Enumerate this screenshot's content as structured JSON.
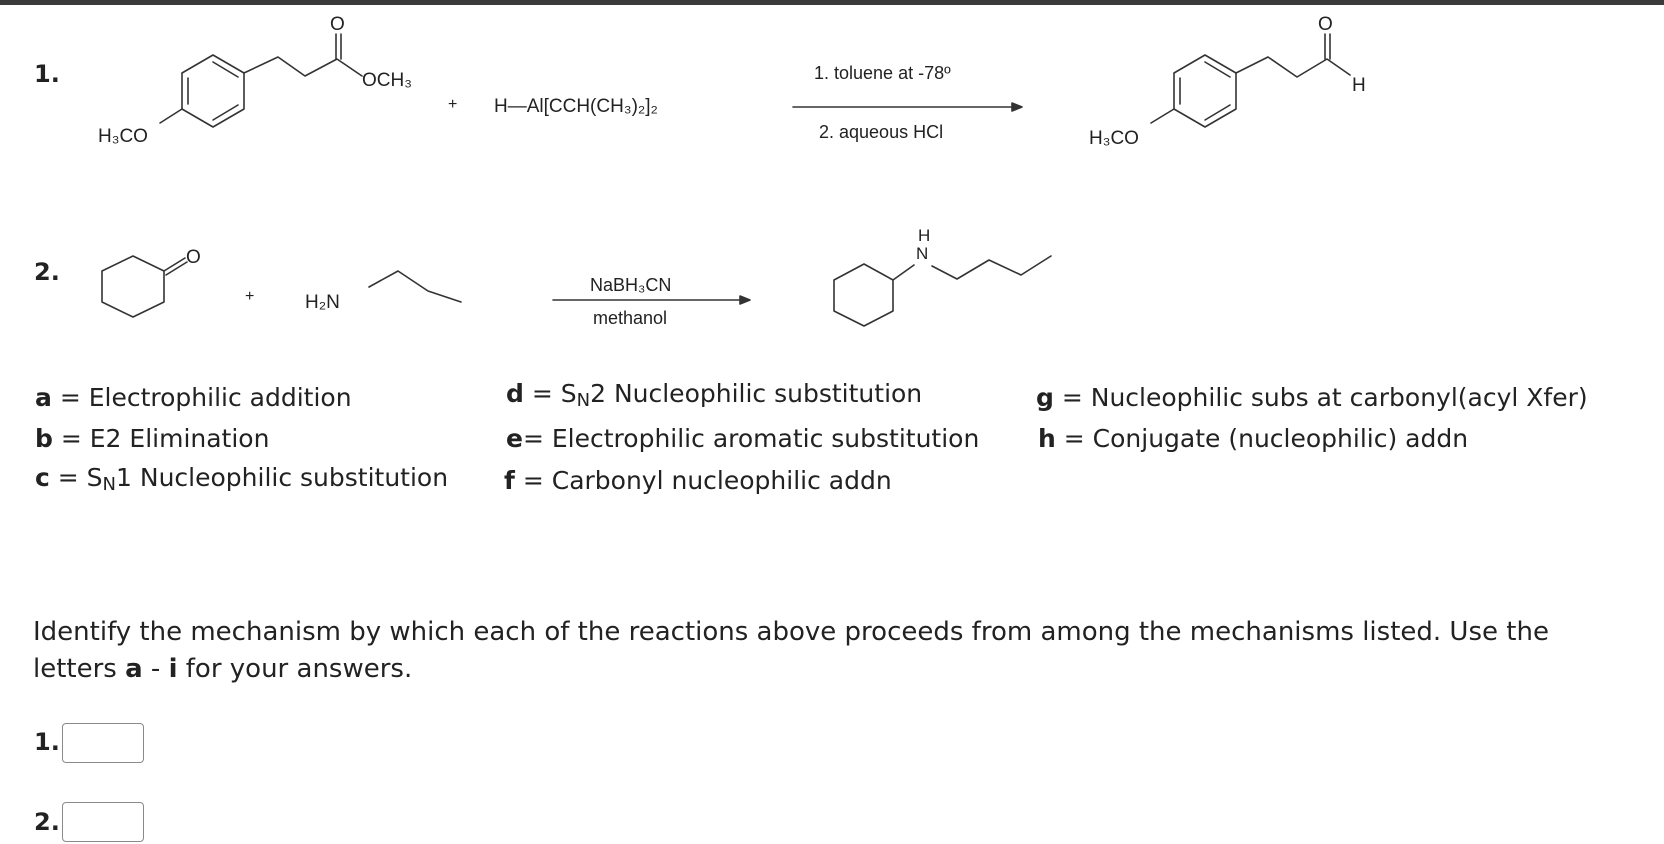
{
  "reaction1": {
    "number": "1.",
    "reactant_substituent_left": "H₃CO",
    "reactant_substituent_right": "OCH₃",
    "reactant_carbonyl_o": "O",
    "plus": "+",
    "reagent": "H—Al[CCH(CH₃)₂]₂",
    "conditions_above": "1. toluene at -78º",
    "conditions_below": "2. aqueous HCl",
    "product_substituent_left": "H₃CO",
    "product_carbonyl_o": "O",
    "product_aldehyde_h": "H"
  },
  "reaction2": {
    "number": "2.",
    "reactant_carbonyl_o": "O",
    "plus": "+",
    "amine": "H₂N",
    "conditions_above": "NaBH₃CN",
    "conditions_below": "methanol",
    "product_nh_h": "H",
    "product_nh_n": "N"
  },
  "mechanisms": [
    {
      "letter": "a",
      "sep": " = ",
      "pre": "Electrophilic addition",
      "sub": "",
      "post": ""
    },
    {
      "letter": "b",
      "sep": " = ",
      "pre": "E2 Elimination",
      "sub": "",
      "post": ""
    },
    {
      "letter": "c",
      "sep": " = ",
      "pre": "S",
      "sub": "N",
      "post": "1 Nucleophilic substitution"
    },
    {
      "letter": "d",
      "sep": " = ",
      "pre": "S",
      "sub": "N",
      "post": "2 Nucleophilic substitution"
    },
    {
      "letter": "e",
      "sep": "= ",
      "pre": "Electrophilic aromatic substitution",
      "sub": "",
      "post": ""
    },
    {
      "letter": "f",
      "sep": " = ",
      "pre": "Carbonyl nucleophilic addn",
      "sub": "",
      "post": ""
    },
    {
      "letter": "g",
      "sep": " = ",
      "pre": "Nucleophilic subs at carbonyl(acyl Xfer)",
      "sub": "",
      "post": ""
    },
    {
      "letter": "h",
      "sep": " = ",
      "pre": "Conjugate (nucleophilic) addn",
      "sub": "",
      "post": ""
    }
  ],
  "question": {
    "text_before": "Identify the mechanism by which each of the reactions above proceeds from among the mechanisms listed. Use the letters ",
    "letter_from": "a",
    "dash": " - ",
    "letter_to": "i",
    "text_after": " for your answers."
  },
  "answers": [
    {
      "label": "1.",
      "value": ""
    },
    {
      "label": "2.",
      "value": ""
    }
  ]
}
